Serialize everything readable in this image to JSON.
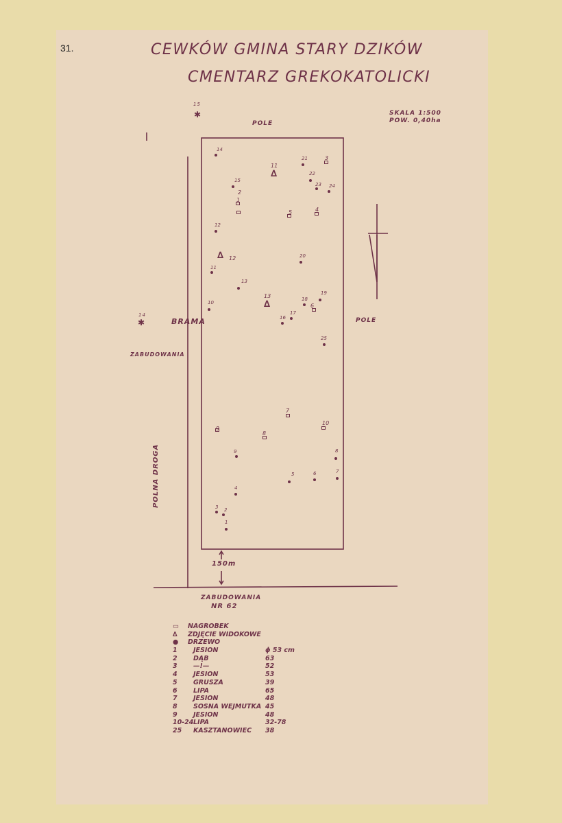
{
  "page_number": "31.",
  "title_line1": "CEWKÓW  GMINA STARY DZIKÓW",
  "title_line2": "CMENTARZ GREKOKATOLICKI",
  "scale": "SKALA 1:500",
  "area": "POW. 0,40ha",
  "labels": {
    "pole_top": "POLE",
    "pole_right": "POLE",
    "brama": "BRAMA",
    "zabudowania_left": "ZABUDOWANIA",
    "polna_droga": "POLNA DROGA",
    "distance": "150m",
    "zabudowania_bottom_1": "ZABUDOWANIA",
    "zabudowania_bottom_2": "NR 62",
    "outside_marker": "15",
    "gate_marker": "14"
  },
  "map_points": {
    "graves": [
      {
        "n": "1"
      },
      {
        "n": "2"
      },
      {
        "n": "3"
      },
      {
        "n": "4"
      },
      {
        "n": "5"
      },
      {
        "n": "6"
      },
      {
        "n": "7"
      },
      {
        "n": "8"
      },
      {
        "n": "9"
      },
      {
        "n": "10"
      }
    ],
    "trees": [
      {
        "n": "1"
      },
      {
        "n": "2"
      },
      {
        "n": "3"
      },
      {
        "n": "4"
      },
      {
        "n": "5"
      },
      {
        "n": "6"
      },
      {
        "n": "7"
      },
      {
        "n": "8"
      },
      {
        "n": "9"
      },
      {
        "n": "10"
      },
      {
        "n": "11"
      },
      {
        "n": "12"
      },
      {
        "n": "13"
      },
      {
        "n": "14"
      },
      {
        "n": "15"
      },
      {
        "n": "16"
      },
      {
        "n": "17"
      },
      {
        "n": "18"
      },
      {
        "n": "19"
      },
      {
        "n": "20"
      },
      {
        "n": "21"
      },
      {
        "n": "22"
      },
      {
        "n": "23"
      },
      {
        "n": "24"
      },
      {
        "n": "25"
      }
    ],
    "photos": [
      {
        "n": "11"
      },
      {
        "n": "12"
      },
      {
        "n": "13"
      }
    ]
  },
  "legend": {
    "symbols": [
      {
        "symbol": "grave",
        "label": "NAGROBEK"
      },
      {
        "symbol": "photo",
        "label": "ZDJĘCIE WIDOKOWE"
      },
      {
        "symbol": "tree",
        "label": "DRZEWO"
      }
    ],
    "trees": [
      {
        "num": "1",
        "name": "JESION",
        "diameter": "ϕ 53 cm"
      },
      {
        "num": "2",
        "name": "DĄB",
        "diameter": "63"
      },
      {
        "num": "3",
        "name": "—!—",
        "diameter": "52"
      },
      {
        "num": "4",
        "name": "JESION",
        "diameter": "53"
      },
      {
        "num": "5",
        "name": "GRUSZA",
        "diameter": "39"
      },
      {
        "num": "6",
        "name": "LIPA",
        "diameter": "65"
      },
      {
        "num": "7",
        "name": "JESION",
        "diameter": "48"
      },
      {
        "num": "8",
        "name": "SOSNA WEJMUTKA",
        "diameter": "45"
      },
      {
        "num": "9",
        "name": "JESION",
        "diameter": "48"
      },
      {
        "num": "10-24",
        "name": "LIPA",
        "diameter": "32-78"
      },
      {
        "num": "25",
        "name": "KASZTANOWIEC",
        "diameter": "38"
      }
    ]
  },
  "colors": {
    "ink": "#6e3248",
    "card": "#e9dcaa",
    "sheet": "#ead7c0"
  }
}
